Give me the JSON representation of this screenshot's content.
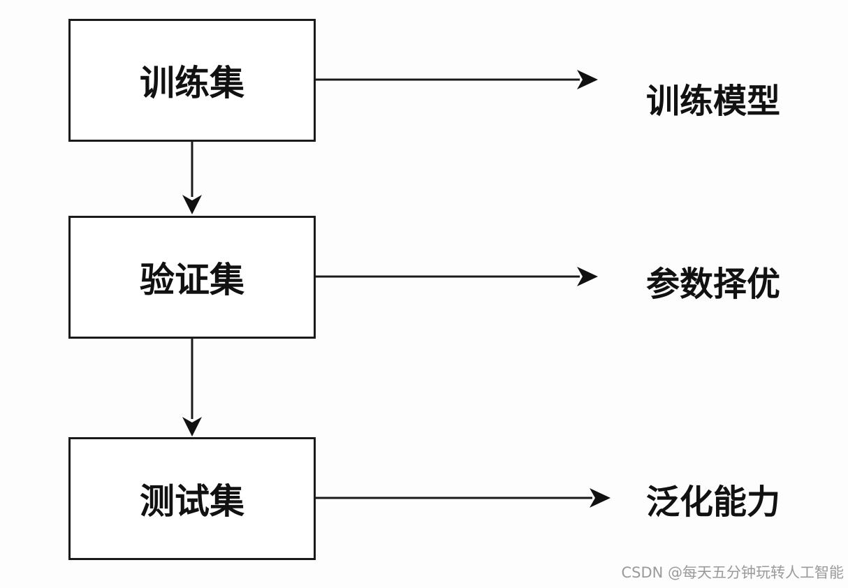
{
  "diagram": {
    "boxes": [
      {
        "id": "train",
        "label": "训练集"
      },
      {
        "id": "val",
        "label": "验证集"
      },
      {
        "id": "test",
        "label": "测试集"
      }
    ],
    "outcomes": [
      {
        "id": "train",
        "label": "训练模型"
      },
      {
        "id": "val",
        "label": "参数择优"
      },
      {
        "id": "test",
        "label": "泛化能力"
      }
    ],
    "line_color": "#1a1a1a"
  },
  "watermark": "CSDN @每天五分钟玩转人工智能"
}
